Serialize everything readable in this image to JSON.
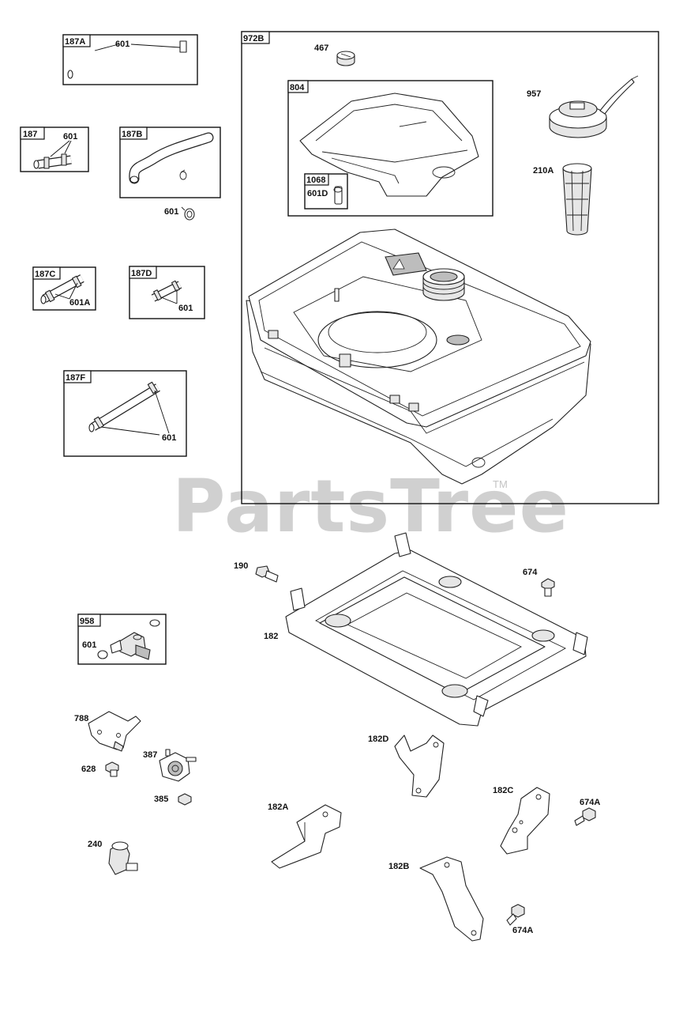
{
  "watermark": {
    "text": "PartsTree",
    "tm": "TM"
  },
  "groups": {
    "g187A": "187A",
    "g187": "187",
    "g187B": "187B",
    "g187C": "187C",
    "g187D": "187D",
    "g187F": "187F",
    "g972B": "972B",
    "g804": "804",
    "g1068": "1068",
    "g958": "958"
  },
  "labels": {
    "p601_187A": "601",
    "p601_187": "601",
    "p601_loose": "601",
    "p601A_187C": "601A",
    "p601_187D": "601",
    "p601_187F": "601",
    "p467": "467",
    "p957": "957",
    "p210A": "210A",
    "p601D": "601D",
    "p190": "190",
    "p674": "674",
    "p182": "182",
    "p601_958": "601",
    "p788": "788",
    "p387": "387",
    "p628": "628",
    "p385": "385",
    "p240": "240",
    "p182D": "182D",
    "p182A": "182A",
    "p182C": "182C",
    "p674A_1": "674A",
    "p182B": "182B",
    "p674A_2": "674A"
  }
}
